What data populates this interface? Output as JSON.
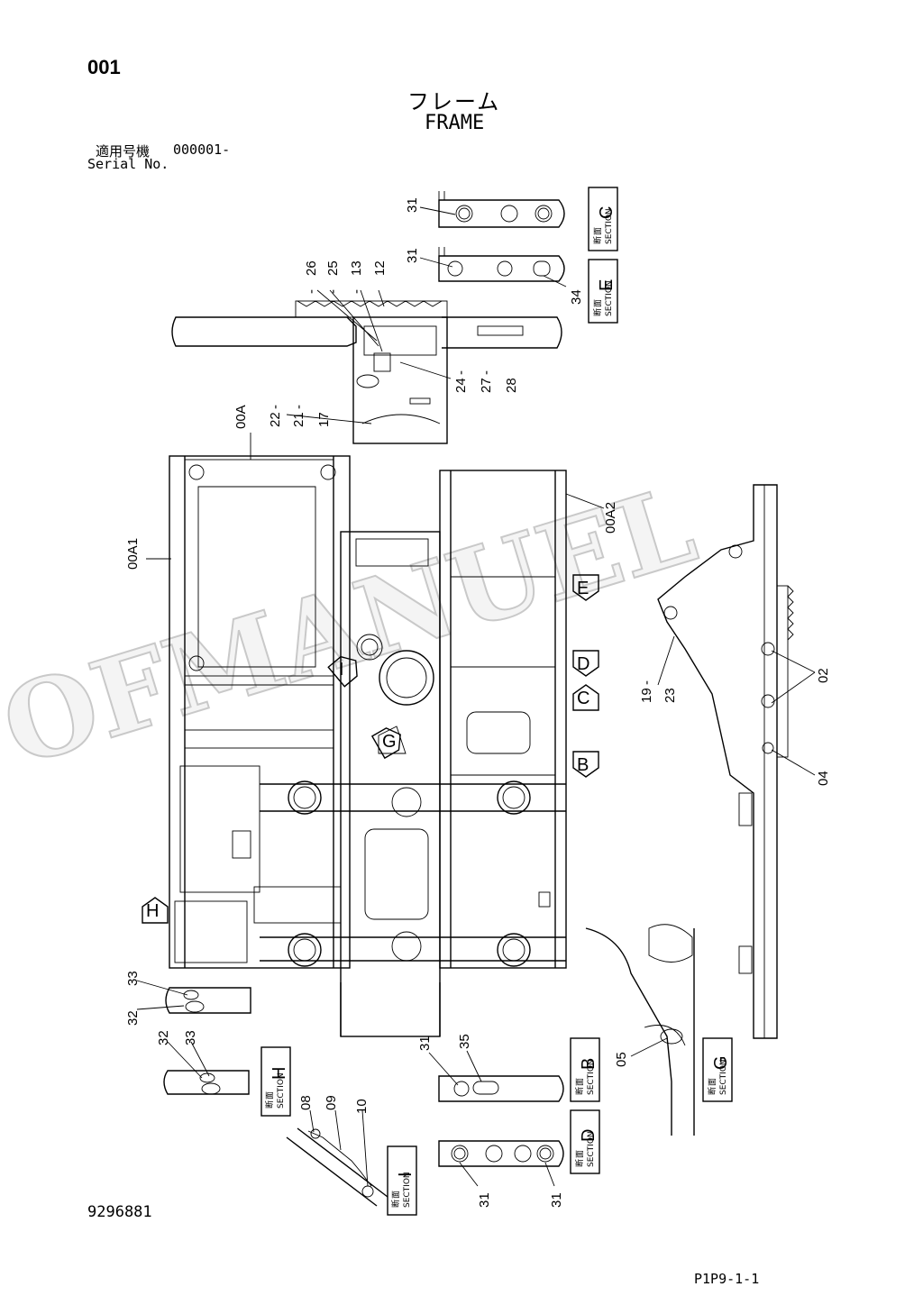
{
  "header": {
    "page_number": "001",
    "title_jp": "フレーム",
    "title_en": "FRAME",
    "serial_label_jp": "適用号機",
    "serial_value": "000001-",
    "serial_label_en": "Serial No."
  },
  "footer": {
    "doc_number": "9296881",
    "page_code": "P1P9-1-1"
  },
  "watermark": "OFMANUEL",
  "section_box": {
    "jp_top": "断",
    "jp_bottom": "面",
    "en": "SECTION"
  },
  "sections": [
    "C",
    "E",
    "B",
    "D",
    "G",
    "H",
    "I"
  ],
  "labels": {
    "l_31a": "31",
    "l_31b": "31",
    "l_34": "34",
    "l_26": "26",
    "l_25": "25",
    "l_13": "13",
    "l_12": "12",
    "l_24": "24",
    "l_27": "27",
    "l_28": "28",
    "l_22": "22",
    "l_21": "21",
    "l_17": "17",
    "l_00A": "00A",
    "l_00A1": "00A1",
    "l_00A2": "00A2",
    "l_19": "19",
    "l_23": "23",
    "l_02": "02",
    "l_04": "04",
    "l_33a": "33",
    "l_32a": "32",
    "l_32b": "32",
    "l_33b": "33",
    "l_31c": "31",
    "l_35": "35",
    "l_05": "05",
    "l_08": "08",
    "l_09": "09",
    "l_10": "10",
    "l_31d": "31",
    "l_31e": "31"
  },
  "view_arrows": [
    "E",
    "D",
    "C",
    "B",
    "H",
    "I",
    "G"
  ]
}
